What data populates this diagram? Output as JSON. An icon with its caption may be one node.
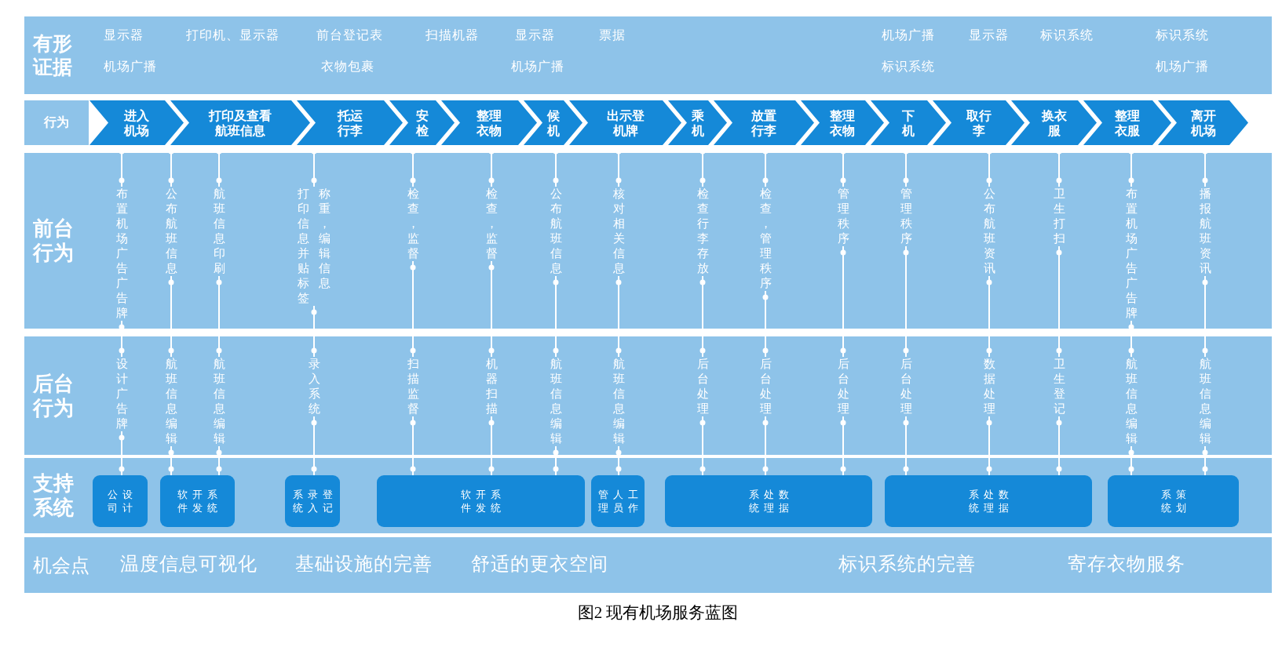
{
  "diagram": {
    "caption": "图2 现有机场服务蓝图",
    "nodes": [
      {
        "text": [
          "有形证据",
          "显示器",
          "打印机、显示器",
          "前台登记表",
          "扫描机器",
          "显示器",
          "票据",
          "机场广播",
          "显示器",
          "标识系统",
          "标识系统",
          "机场广播",
          "衣物包裹",
          "机场广播",
          "标识系统",
          "机场广播"
        ]
      },
      {
        "text": [
          "行为"
        ]
      },
      {
        "text": [
          "进入机场"
        ]
      },
      {
        "text": [
          "打印及查看航班信息"
        ]
      },
      {
        "text": [
          "托运行李"
        ]
      },
      {
        "text": [
          "安检"
        ]
      },
      {
        "text": [
          "整理衣物"
        ]
      },
      {
        "text": [
          "候机"
        ]
      },
      {
        "text": [
          "出示登机牌"
        ]
      },
      {
        "text": [
          "乘机"
        ]
      },
      {
        "text": [
          "放置行李"
        ]
      },
      {
        "text": [
          "整理衣物"
        ]
      },
      {
        "text": [
          "下机"
        ]
      },
      {
        "text": [
          "取行李"
        ]
      },
      {
        "text": [
          "换衣服"
        ]
      },
      {
        "text": [
          "整理衣服"
        ]
      },
      {
        "text": [
          "离开机场"
        ]
      },
      {
        "text": [
          "前台行为"
        ]
      },
      {
        "text": [
          "布置机场广告广告牌"
        ],
        "in": 17
      },
      {
        "text": [
          "公布航班信息"
        ],
        "in": 17
      },
      {
        "text": [
          "航班信息印刷"
        ],
        "in": 17
      },
      {
        "text": [
          "打印信息并贴标签",
          "称重，编辑信息"
        ],
        "in": 17
      },
      {
        "text": [
          "检查，监督"
        ],
        "in": 17
      },
      {
        "text": [
          "检查，监督"
        ],
        "in": 17
      },
      {
        "text": [
          "公布航班信息"
        ],
        "in": 17
      },
      {
        "text": [
          "核对相关信息"
        ],
        "in": 17
      },
      {
        "text": [
          "检查行李存放"
        ],
        "in": 17
      },
      {
        "text": [
          "检查，管理秩序"
        ],
        "in": 17
      },
      {
        "text": [
          "管理秩序"
        ],
        "in": 17
      },
      {
        "text": [
          "管理秩序"
        ],
        "in": 17
      },
      {
        "text": [
          "公布航班资讯"
        ],
        "in": 17
      },
      {
        "text": [
          "卫生打扫"
        ],
        "in": 17
      },
      {
        "text": [
          "布置机场广告广告牌"
        ],
        "in": 17
      },
      {
        "text": [
          "播报航班资讯"
        ],
        "in": 17
      },
      {
        "text": [
          "后台行为"
        ]
      },
      {
        "text": [
          "设计广告牌"
        ],
        "in": 34
      },
      {
        "text": [
          "航班信息编辑"
        ],
        "in": 34
      },
      {
        "text": [
          "航班信息编辑"
        ],
        "in": 34
      },
      {
        "text": [
          "录入系统"
        ],
        "in": 34
      },
      {
        "text": [
          "扫描监督"
        ],
        "in": 34
      },
      {
        "text": [
          "机器扫描"
        ],
        "in": 34
      },
      {
        "text": [
          "航班信息编辑"
        ],
        "in": 34
      },
      {
        "text": [
          "航班信息编辑"
        ],
        "in": 34
      },
      {
        "text": [
          "后台处理"
        ],
        "in": 34
      },
      {
        "text": [
          "后台处理"
        ],
        "in": 34
      },
      {
        "text": [
          "后台处理"
        ],
        "in": 34
      },
      {
        "text": [
          "后台处理"
        ],
        "in": 34
      },
      {
        "text": [
          "数据处理"
        ],
        "in": 34
      },
      {
        "text": [
          "卫生登记"
        ],
        "in": 34
      },
      {
        "text": [
          "航班信息编辑"
        ],
        "in": 34
      },
      {
        "text": [
          "航班信息编辑"
        ],
        "in": 34
      },
      {
        "text": [
          "支持系统"
        ]
      },
      {
        "text": [
          "设计公司"
        ],
        "in": 51
      },
      {
        "text": [
          "系统开发软件"
        ],
        "in": 51
      },
      {
        "text": [
          "登记录入系统"
        ],
        "in": 51
      },
      {
        "text": [
          "系统开发软件"
        ],
        "in": 51
      },
      {
        "text": [
          "工作人员管理"
        ],
        "in": 51
      },
      {
        "text": [
          "数据处理系统"
        ],
        "in": 51
      },
      {
        "text": [
          "数据处理系统"
        ],
        "in": 51
      },
      {
        "text": [
          "策划系统"
        ],
        "in": 51
      },
      {
        "text": [
          "机会点",
          "温度信息可视化",
          "基础设施的完善",
          "舒适的更衣空间",
          "标识系统的完善",
          "寄存衣物服务"
        ]
      }
    ],
    "edges": [
      {
        "from": 2,
        "to": 18,
        "arrow": "other"
      },
      {
        "from": 3,
        "to": 19,
        "arrow": "other"
      },
      {
        "from": 3,
        "to": 20,
        "arrow": "other"
      },
      {
        "from": 4,
        "to": 21,
        "arrow": "other"
      },
      {
        "from": 5,
        "to": 22,
        "arrow": "other"
      },
      {
        "from": 6,
        "to": 23,
        "arrow": "other"
      },
      {
        "from": 7,
        "to": 24,
        "arrow": "other"
      },
      {
        "from": 8,
        "to": 25,
        "arrow": "other"
      },
      {
        "from": 9,
        "to": 26,
        "arrow": "other"
      },
      {
        "from": 10,
        "to": 27,
        "arrow": "other"
      },
      {
        "from": 11,
        "to": 28,
        "arrow": "other"
      },
      {
        "from": 12,
        "to": 29,
        "arrow": "other"
      },
      {
        "from": 13,
        "to": 30,
        "arrow": "other"
      },
      {
        "from": 14,
        "to": 31,
        "arrow": "other"
      },
      {
        "from": 15,
        "to": 32,
        "arrow": "other"
      },
      {
        "from": 16,
        "to": 33,
        "arrow": "other"
      },
      {
        "from": 18,
        "to": 35,
        "arrow": "other"
      },
      {
        "from": 19,
        "to": 36,
        "arrow": "other"
      },
      {
        "from": 20,
        "to": 37,
        "arrow": "other"
      },
      {
        "from": 21,
        "to": 38,
        "arrow": "other"
      },
      {
        "from": 22,
        "to": 39,
        "arrow": "other"
      },
      {
        "from": 23,
        "to": 40,
        "arrow": "other"
      },
      {
        "from": 24,
        "to": 41,
        "arrow": "other"
      },
      {
        "from": 25,
        "to": 42,
        "arrow": "other"
      },
      {
        "from": 26,
        "to": 43,
        "arrow": "other"
      },
      {
        "from": 27,
        "to": 44,
        "arrow": "other"
      },
      {
        "from": 28,
        "to": 45,
        "arrow": "other"
      },
      {
        "from": 29,
        "to": 46,
        "arrow": "other"
      },
      {
        "from": 30,
        "to": 47,
        "arrow": "other"
      },
      {
        "from": 31,
        "to": 48,
        "arrow": "other"
      },
      {
        "from": 32,
        "to": 49,
        "arrow": "other"
      },
      {
        "from": 33,
        "to": 50,
        "arrow": "other"
      },
      {
        "from": 35,
        "to": 52,
        "arrow": "other"
      },
      {
        "from": 36,
        "to": 53,
        "arrow": "other"
      },
      {
        "from": 37,
        "to": 53,
        "arrow": "other"
      },
      {
        "from": 38,
        "to": 54,
        "arrow": "other"
      },
      {
        "from": 39,
        "to": 55,
        "arrow": "other"
      },
      {
        "from": 40,
        "to": 55,
        "arrow": "other"
      },
      {
        "from": 41,
        "to": 55,
        "arrow": "other"
      },
      {
        "from": 42,
        "to": 56,
        "arrow": "other"
      },
      {
        "from": 43,
        "to": 57,
        "arrow": "other"
      },
      {
        "from": 44,
        "to": 57,
        "arrow": "other"
      },
      {
        "from": 45,
        "to": 57,
        "arrow": "other"
      },
      {
        "from": 46,
        "to": 58,
        "arrow": "other"
      },
      {
        "from": 47,
        "to": 58,
        "arrow": "other"
      },
      {
        "from": 48,
        "to": 58,
        "arrow": "other"
      },
      {
        "from": 49,
        "to": 59,
        "arrow": "other"
      },
      {
        "from": 50,
        "to": 59,
        "arrow": "other"
      }
    ]
  }
}
